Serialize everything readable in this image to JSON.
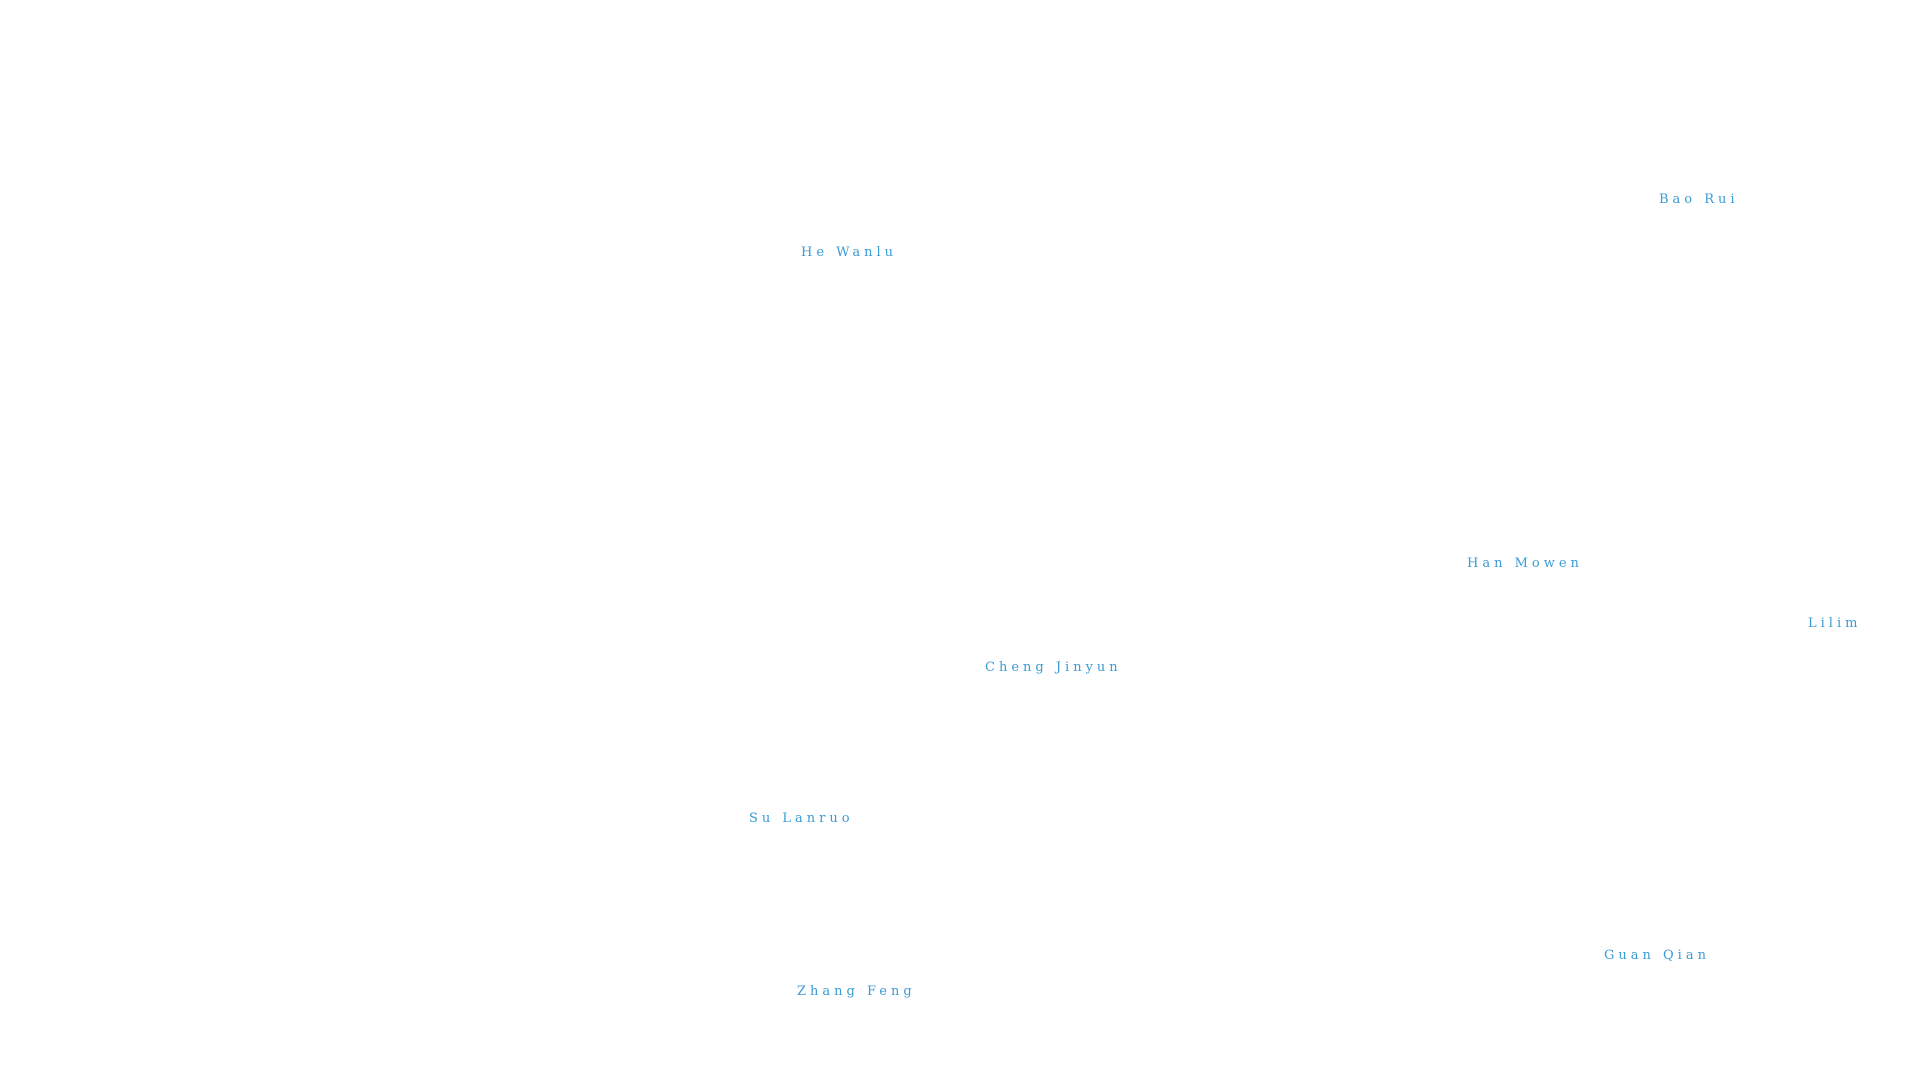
{
  "labels": {
    "bao_rui": "Bao Rui",
    "he_wanlu": "He Wanlu",
    "han_mowen": "Han Mowen",
    "lilim": "Lilim",
    "cheng_jinyun": "Cheng Jinyun",
    "su_lanruo": "Su Lanruo",
    "guan_qian": "Guan Qian",
    "zhang_feng": "Zhang Feng"
  },
  "colors": {
    "label": "#3a9bd5",
    "background": "#ffffff"
  }
}
